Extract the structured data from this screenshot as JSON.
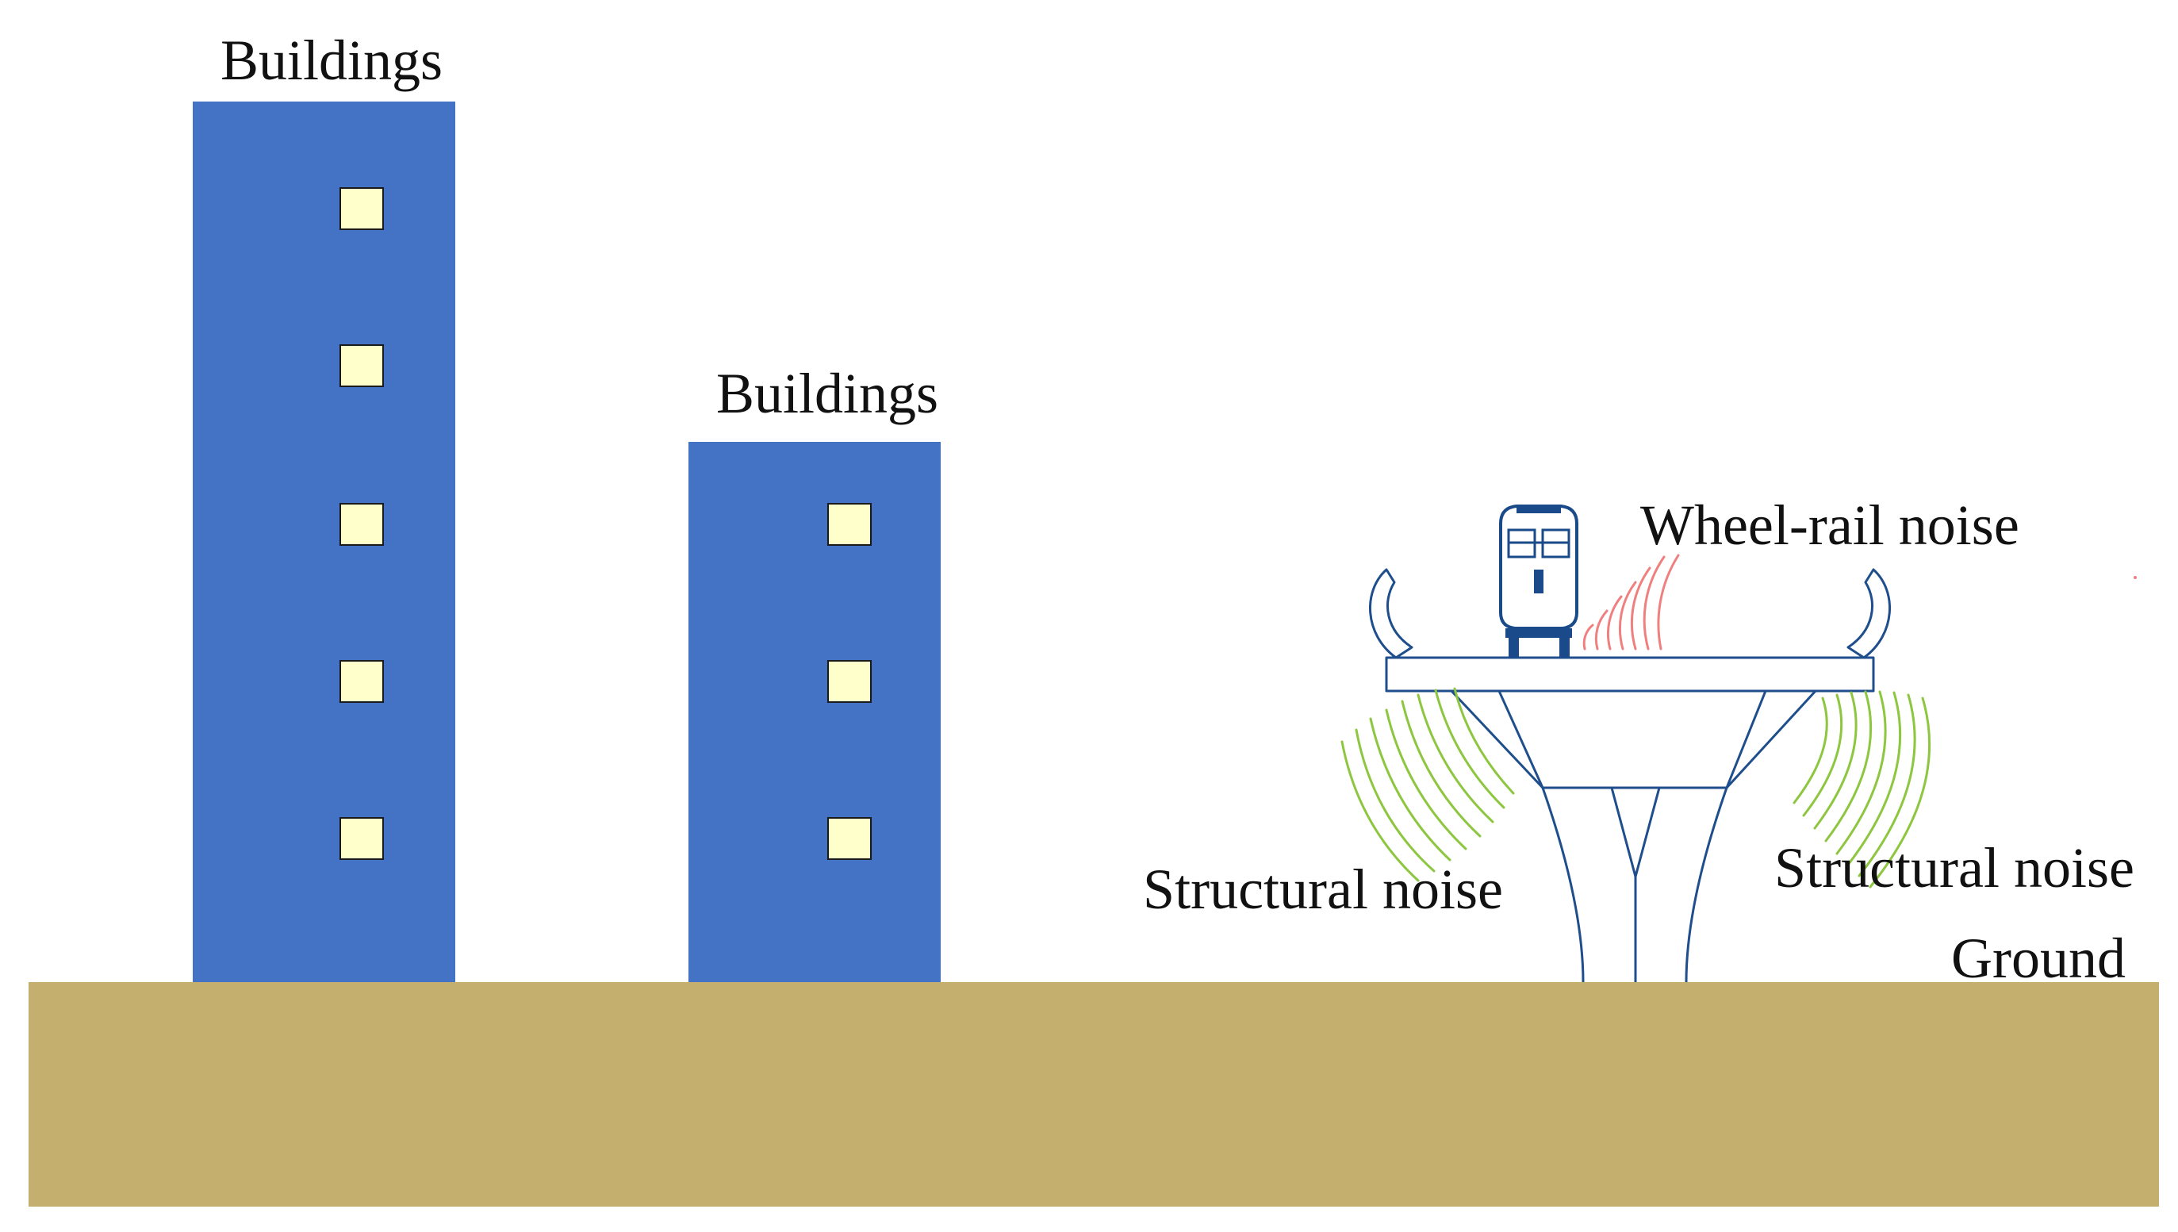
{
  "labels": {
    "buildings_tall": "Buildings",
    "buildings_short": "Buildings",
    "wheel_rail_noise": "Wheel-rail noise",
    "structural_noise_left": "Structural noise",
    "structural_noise_right": "Structural noise",
    "ground": "Ground"
  },
  "colors": {
    "building": "#4472C4",
    "window": "#FFFFCC",
    "ground": "#C4AF6E",
    "structure_line": "#1F4E8C",
    "train": "#1A4A8A",
    "wheel_rail_wave": "#F08080",
    "structural_wave": "#8DC63F"
  },
  "icons": {
    "train": "train-front-icon",
    "wheel_rail_wave": "sound-wave-icon",
    "structural_wave": "sound-wave-icon"
  }
}
